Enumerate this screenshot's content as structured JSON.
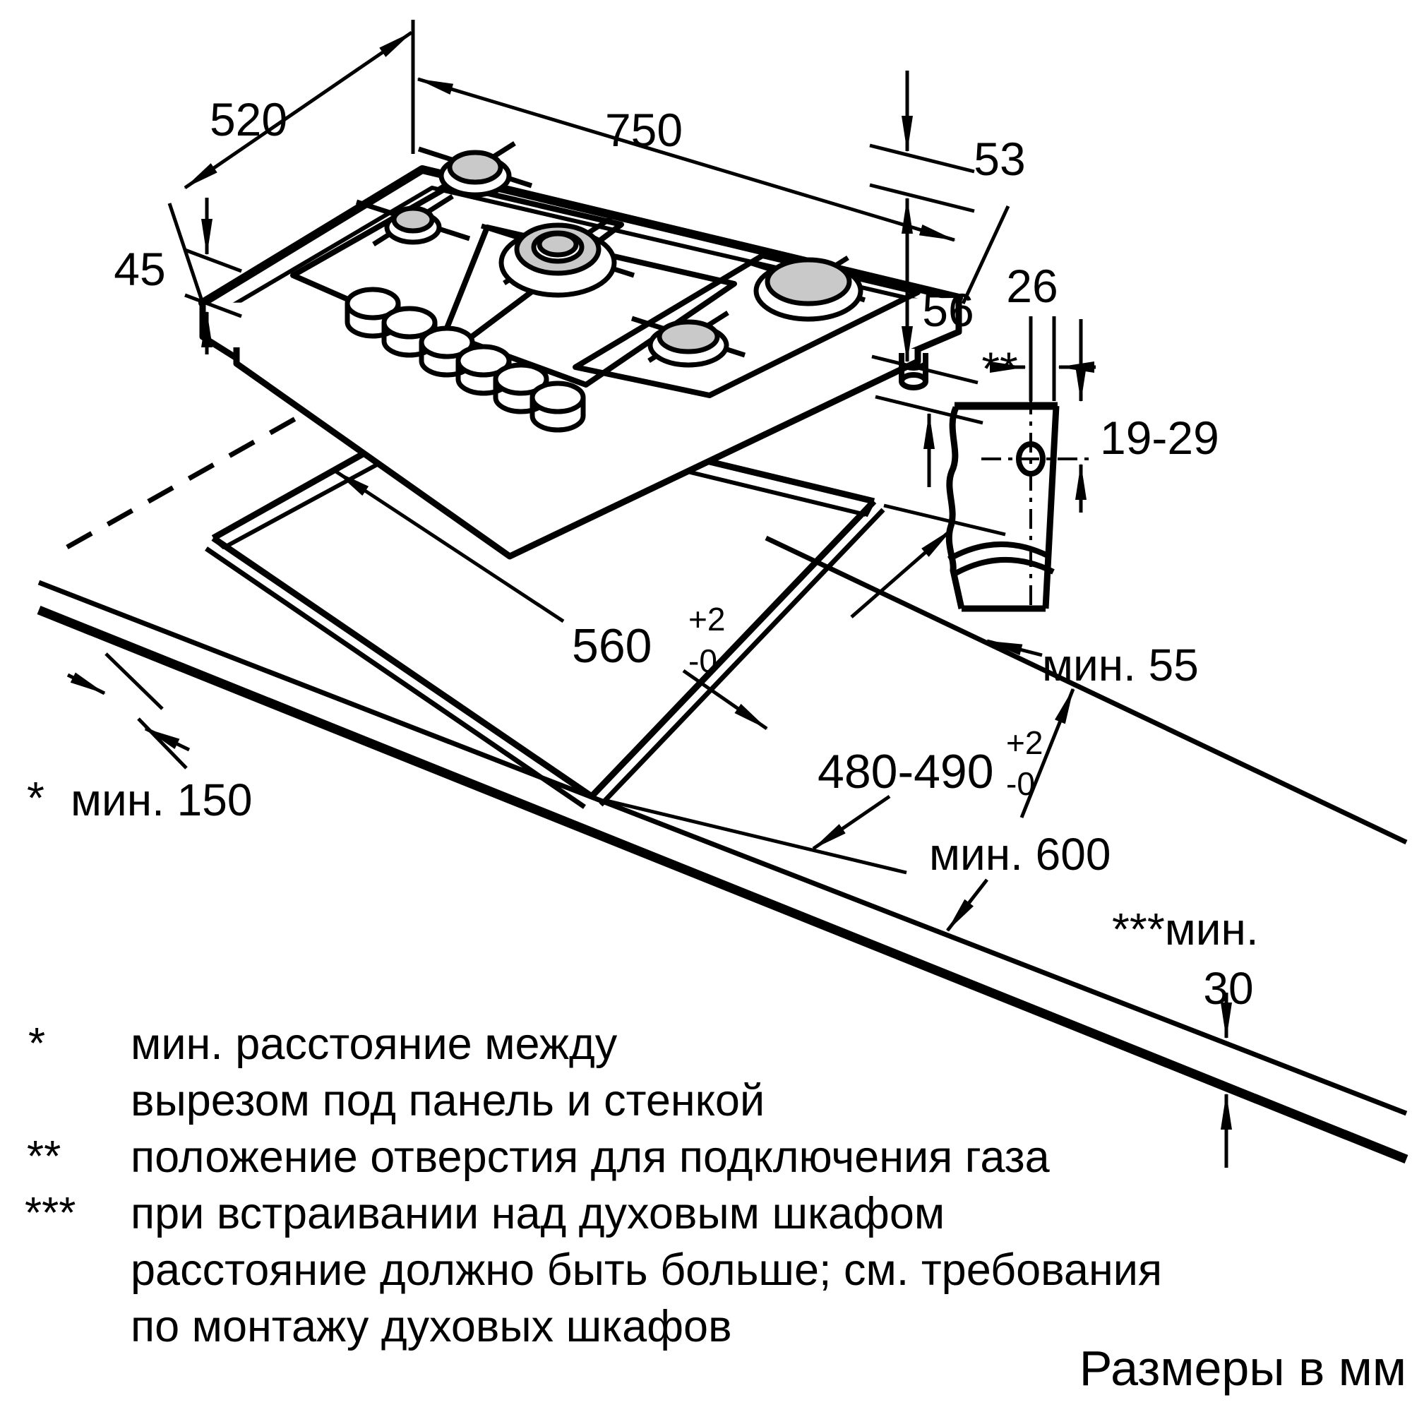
{
  "dimensions": {
    "hob_width": "750",
    "hob_depth": "520",
    "hob_body_height": "45",
    "hob_total_height": "53",
    "gas_pipe_depth": "56",
    "gas_hole_offset": "26",
    "gas_hole_marker": "**",
    "gas_hole_range": "19-29",
    "rear_clearance": "мин. 55",
    "cutout_width": "560",
    "cutout_width_tol_plus": "+2",
    "cutout_width_tol_minus": "-0",
    "cutout_depth": "480-490",
    "cutout_depth_tol_plus": "+2",
    "cutout_depth_tol_minus": "-0",
    "side_marker": "*",
    "side_clearance": "мин. 150",
    "worktop_depth": "мин. 600",
    "below_marker": "***мин.",
    "below_value": "30"
  },
  "footnotes": {
    "star1_marker": "*",
    "star1_line1": "мин. расстояние между",
    "star1_line2": "вырезом под панель и стенкой",
    "star2_marker": "**",
    "star2_line1": "положение отверстия для подключения газа",
    "star3_marker": "***",
    "star3_line1": "при встраивании над духовым шкафом",
    "star3_line2": "расстояние должно быть больше; см. требования",
    "star3_line3": "по монтажу духовых шкафов"
  },
  "units_note": "Размеры в мм",
  "colors": {
    "line": "#000000",
    "burner_gray": "#c9c9c9",
    "background": "#ffffff"
  }
}
